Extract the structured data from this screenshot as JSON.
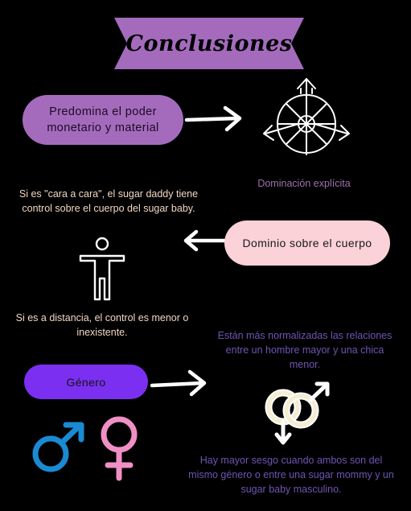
{
  "title": "Conclusiones",
  "nodes": {
    "predomina": "Predomina el poder monetario y material",
    "dominio": "Dominio sobre el cuerpo",
    "genero": "Género"
  },
  "labels": {
    "dominacion": "Dominación explícita",
    "cara_a_cara": "Si es \"cara a cara\", el sugar daddy tiene control sobre el cuerpo del sugar baby.",
    "distancia": "Si es a distancia, el control es menor o inexistente.",
    "normalizadas": "Están más normalizadas las relaciones entre un hombre mayor y una chica menor.",
    "sesgo": "Hay mayor sesgo cuando ambos son del mismo género o entre una sugar mommy y un sugar baby masculino."
  },
  "colors": {
    "background": "#000000",
    "ribbon": "#a46bbd",
    "pill_predomina": "#a46bbd",
    "pill_dominio": "#fad2d7",
    "pill_genero": "#7b2ff0",
    "male_symbol": "#1a8ad3",
    "female_symbol": "#f08fc6",
    "arrows": "#ffffff"
  },
  "icons": [
    "dominance-compass-icon",
    "human-figure-icon",
    "interlocked-gender-icon",
    "male-symbol-icon",
    "female-symbol-icon"
  ]
}
